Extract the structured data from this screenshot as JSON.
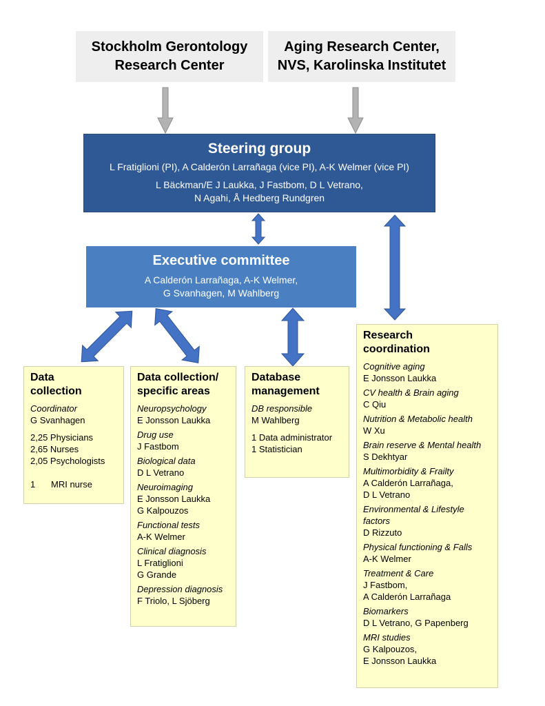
{
  "top_boxes": {
    "left": [
      "Stockholm Gerontology",
      "Research Center"
    ],
    "right": [
      "Aging Research Center,",
      "NVS, Karolinska Institutet"
    ]
  },
  "steering": {
    "title": "Steering group",
    "lines": [
      "L Fratiglioni (PI), A Calderón Larrañaga (vice PI), A-K Welmer (vice PI)",
      "L Bäckman/E J Laukka, J Fastbom, D L Vetrano,",
      "N Agahi, Å Hedberg Rundgren"
    ]
  },
  "executive": {
    "title": "Executive committee",
    "lines": [
      "A Calderón Larrañaga, A-K Welmer,",
      "G Svanhagen, M Wahlberg"
    ]
  },
  "data_collection": {
    "heading": [
      "Data",
      "collection"
    ],
    "role": "Coordinator",
    "person": "G Svanhagen",
    "staff": [
      "2,25 Physicians",
      "2,65 Nurses",
      "2,05 Psychologists"
    ],
    "mri": {
      "count": "1",
      "label": "MRI nurse"
    }
  },
  "specific_areas": {
    "heading": [
      "Data collection/",
      "specific areas"
    ],
    "areas": [
      {
        "label": "Neuropsychology",
        "people": [
          "E Jonsson Laukka"
        ]
      },
      {
        "label": "Drug use",
        "people": [
          "J Fastbom"
        ]
      },
      {
        "label": "Biological data",
        "people": [
          "D L Vetrano"
        ]
      },
      {
        "label": "Neuroimaging",
        "people": [
          "E Jonsson Laukka",
          "G Kalpouzos"
        ]
      },
      {
        "label": "Functional tests",
        "people": [
          "A-K Welmer"
        ]
      },
      {
        "label": "Clinical diagnosis",
        "people": [
          "L Fratiglioni",
          "G Grande"
        ]
      },
      {
        "label": "Depression diagnosis",
        "people": [
          "F Triolo, L Sjöberg"
        ]
      }
    ]
  },
  "database": {
    "heading": [
      "Database",
      "management"
    ],
    "role": "DB responsible",
    "person": "M Wahlberg",
    "staff": [
      "1 Data administrator",
      "1 Statistician"
    ]
  },
  "research": {
    "heading": [
      "Research",
      "coordination"
    ],
    "areas": [
      {
        "label": [
          "Cognitive aging"
        ],
        "people": [
          "E Jonsson Laukka"
        ]
      },
      {
        "label": [
          "CV health & Brain aging"
        ],
        "people": [
          "C Qiu"
        ]
      },
      {
        "label": [
          "Nutrition & Metabolic health"
        ],
        "people": [
          "W Xu"
        ]
      },
      {
        "label": [
          "Brain reserve & Mental health"
        ],
        "people": [
          "S Dekhtyar"
        ]
      },
      {
        "label": [
          "Multimorbidity & Frailty"
        ],
        "people": [
          "A Calderón Larrañaga,",
          "D L Vetrano"
        ]
      },
      {
        "label": [
          "Environmental & Lifestyle",
          "factors"
        ],
        "people": [
          "D Rizzuto"
        ]
      },
      {
        "label": [
          "Physical functioning & Falls"
        ],
        "people": [
          "A-K Welmer"
        ]
      },
      {
        "label": [
          "Treatment & Care"
        ],
        "people": [
          "J Fastbom,",
          "A Calderón Larrañaga"
        ]
      },
      {
        "label": [
          "Biomarkers"
        ],
        "people": [
          "D L Vetrano, G Papenberg"
        ]
      },
      {
        "label": [
          "MRI studies"
        ],
        "people": [
          "G Kalpouzos,",
          "E Jonsson Laukka"
        ]
      }
    ]
  },
  "colors": {
    "steering": "#2e5995",
    "executive": "#4a80c2",
    "arrow": "#4472c4",
    "arrow_gray": "#a6a6a6",
    "note": "#ffffcc"
  }
}
